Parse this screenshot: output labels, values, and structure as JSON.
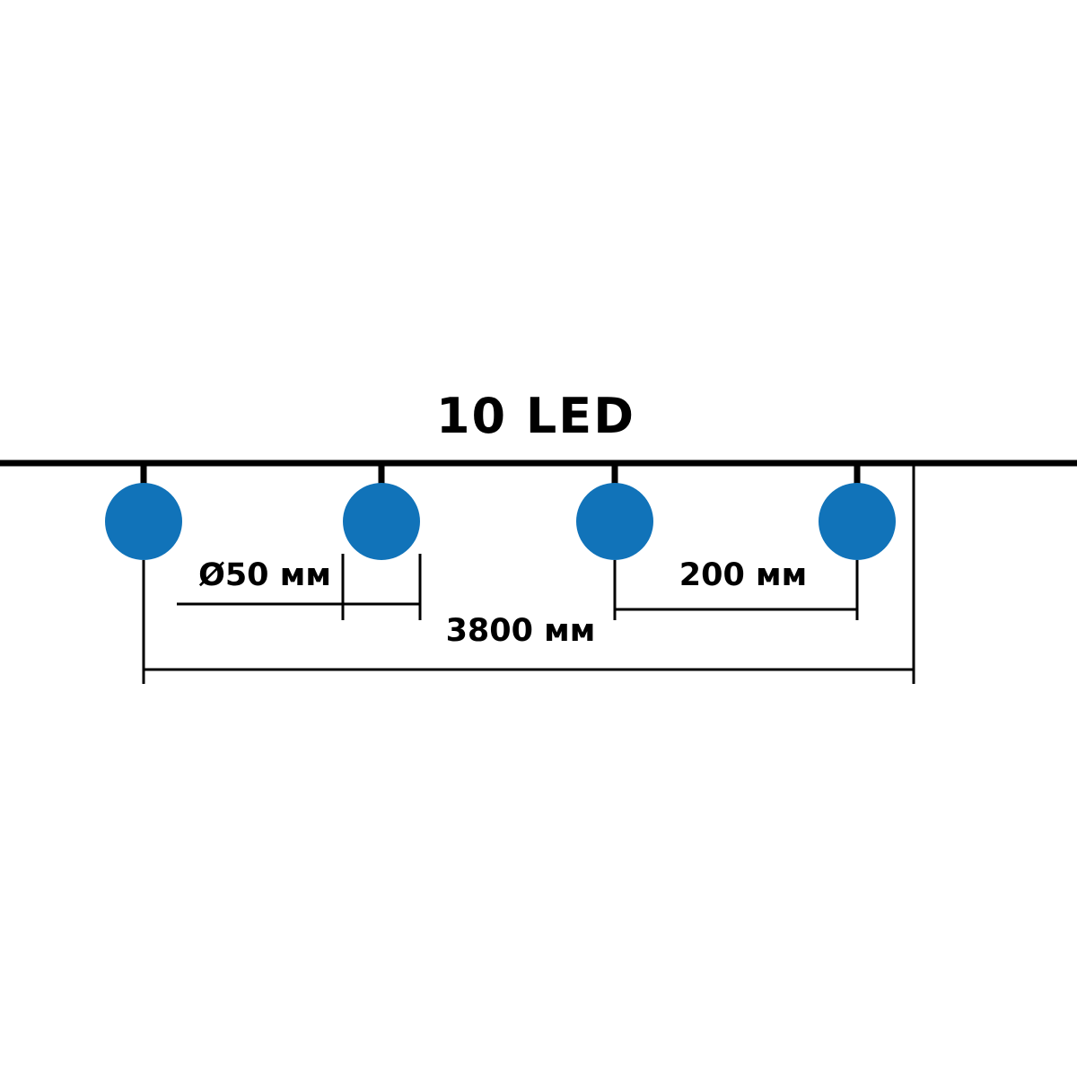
{
  "diagram": {
    "title": "10 LED",
    "bulbs_shown": 4,
    "labels": {
      "bulb_diameter": "Ø50 мм",
      "bulb_spacing": "200 мм",
      "total_length": "3800 мм"
    },
    "colors": {
      "bulb": "#1173b9",
      "line": "#000000",
      "background": "#ffffff"
    }
  }
}
